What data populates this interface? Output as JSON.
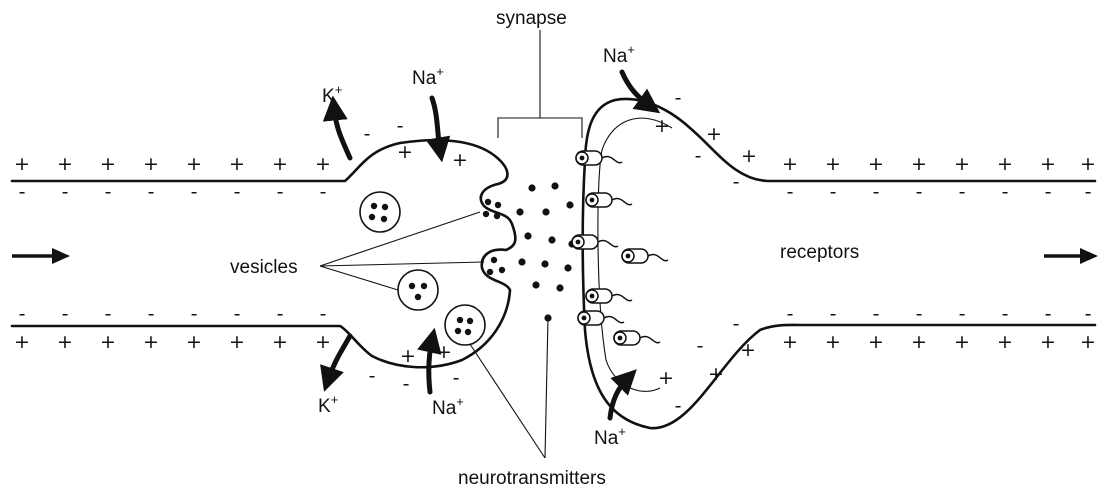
{
  "labels": {
    "synapse": "synapse",
    "vesicles": "vesicles",
    "receptors": "receptors",
    "neurotransmitters": "neurotransmitters"
  },
  "ions": {
    "potassium": "K",
    "sodium": "Na",
    "charge_superscript": "+"
  },
  "charges": {
    "positive": "+",
    "negative": "-"
  }
}
